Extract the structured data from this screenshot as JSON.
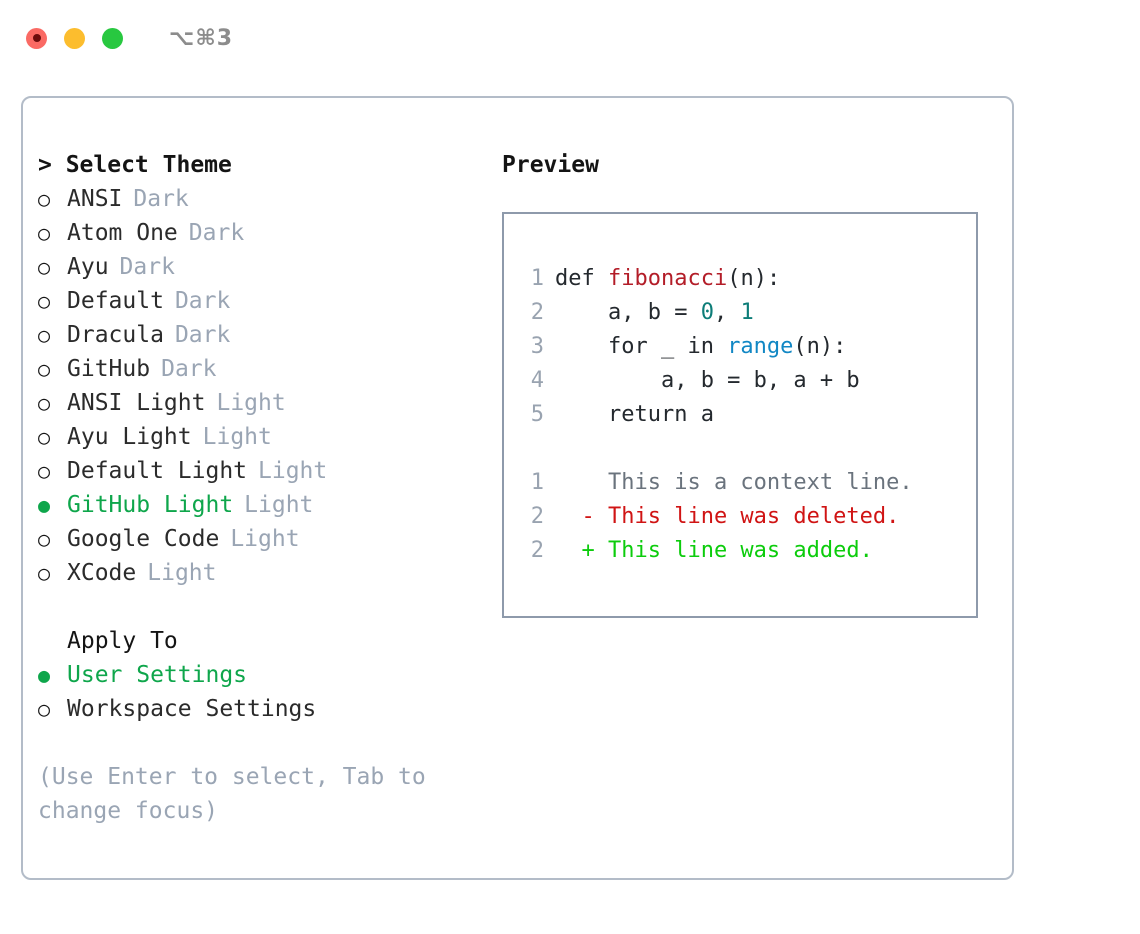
{
  "titlebar": {
    "shortcut": "⌥⌘3",
    "dots": [
      {
        "name": "close",
        "color": "#fa6a64"
      },
      {
        "name": "minimize",
        "color": "#fcbd2e"
      },
      {
        "name": "maximize",
        "color": "#28c840"
      }
    ]
  },
  "theme_list": {
    "header": "> Select Theme",
    "items": [
      {
        "label": "ANSI",
        "tag": "Dark",
        "selected": false
      },
      {
        "label": "Atom One",
        "tag": "Dark",
        "selected": false
      },
      {
        "label": "Ayu",
        "tag": "Dark",
        "selected": false
      },
      {
        "label": "Default",
        "tag": "Dark",
        "selected": false
      },
      {
        "label": "Dracula",
        "tag": "Dark",
        "selected": false
      },
      {
        "label": "GitHub",
        "tag": "Dark",
        "selected": false
      },
      {
        "label": "ANSI Light",
        "tag": "Light",
        "selected": false
      },
      {
        "label": "Ayu Light",
        "tag": "Light",
        "selected": false
      },
      {
        "label": "Default Light",
        "tag": "Light",
        "selected": false
      },
      {
        "label": "GitHub Light",
        "tag": "Light",
        "selected": true
      },
      {
        "label": "Google Code",
        "tag": "Light",
        "selected": false
      },
      {
        "label": "XCode",
        "tag": "Light",
        "selected": false
      }
    ],
    "marker_selected": "●",
    "marker_unselected": "○"
  },
  "apply_to": {
    "header": "Apply To",
    "items": [
      {
        "label": "User Settings",
        "selected": true
      },
      {
        "label": "Workspace Settings",
        "selected": false
      }
    ]
  },
  "hint": "(Use Enter to select, Tab to change focus)",
  "preview": {
    "title": "Preview",
    "code_lines": [
      {
        "num": "1",
        "tokens": [
          {
            "text": "def ",
            "type": "kw"
          },
          {
            "text": "fibonacci",
            "type": "fn"
          },
          {
            "text": "(n):",
            "type": "plain"
          }
        ]
      },
      {
        "num": "2",
        "tokens": [
          {
            "text": "    a, b = ",
            "type": "plain"
          },
          {
            "text": "0",
            "type": "num"
          },
          {
            "text": ", ",
            "type": "plain"
          },
          {
            "text": "1",
            "type": "num"
          }
        ]
      },
      {
        "num": "3",
        "tokens": [
          {
            "text": "    for _ in ",
            "type": "plain"
          },
          {
            "text": "range",
            "type": "builtin"
          },
          {
            "text": "(n):",
            "type": "plain"
          }
        ]
      },
      {
        "num": "4",
        "tokens": [
          {
            "text": "        a, b = b, a + b",
            "type": "plain"
          }
        ]
      },
      {
        "num": "5",
        "tokens": [
          {
            "text": "    return a",
            "type": "plain"
          }
        ]
      }
    ],
    "diff_lines": [
      {
        "num": "1",
        "sign": " ",
        "text": "This is a context line.",
        "kind": "ctx"
      },
      {
        "num": "2",
        "sign": "-",
        "text": "This line was deleted.",
        "kind": "del"
      },
      {
        "num": "2",
        "sign": "+",
        "text": "This line was added.",
        "kind": "add"
      }
    ]
  },
  "colors": {
    "accent_green": "#0ea64b",
    "diff_add": "#0ccc0c",
    "diff_del": "#d01414",
    "tag_gray": "#9aa5b4",
    "border": "#b3bcc8",
    "preview_border": "#8e9aab",
    "token_function": "#b31d28",
    "token_number": "#0d7d78",
    "token_builtin": "#1187c4"
  }
}
